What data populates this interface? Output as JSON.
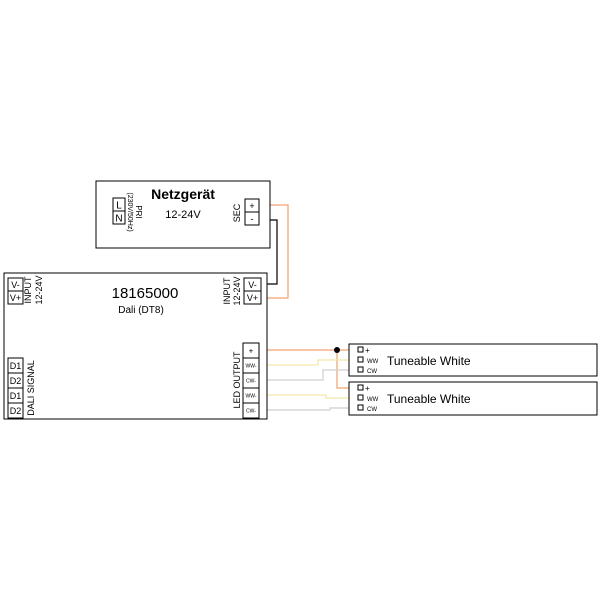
{
  "psu": {
    "title": "Netzgerät",
    "voltage": "12-24V",
    "pri_label": "PRI",
    "pri_spec": "(230V/50Hz)",
    "pri_terminals": [
      "L",
      "N"
    ],
    "sec_label": "SEC",
    "sec_terminals": [
      "+",
      "-"
    ]
  },
  "controller": {
    "title": "18165000",
    "subtitle": "Dali (DT8)",
    "input_left_label": "INPUT",
    "input_left_voltage": "12-24V",
    "input_left_terminals": [
      "V-",
      "V+"
    ],
    "input_right_label": "INPUT",
    "input_right_voltage": "12-24V",
    "input_right_terminals": [
      "V-",
      "V+"
    ],
    "dali_label": "DALI SIGNAL",
    "dali_terminals": [
      "D1",
      "D2",
      "D1",
      "D2"
    ],
    "led_output_label": "LED OUTPUT",
    "led_output_terminals": [
      "+",
      "WW-",
      "CW-",
      "WW-",
      "CW-"
    ]
  },
  "loads": [
    {
      "name": "Tuneable White",
      "pins": [
        "+",
        "WW",
        "CW"
      ]
    },
    {
      "name": "Tuneable White",
      "pins": [
        "+",
        "WW",
        "CW"
      ]
    }
  ],
  "colors": {
    "positive_wire": "#f0a070",
    "ww_wire": "#f2e6a8",
    "cw_wire": "#cfcfcf",
    "negative_wire": "#000000"
  }
}
